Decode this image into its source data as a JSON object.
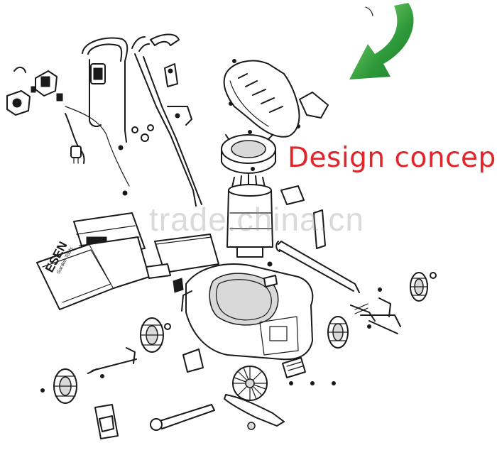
{
  "caption": "Design concept",
  "caption_color": "#e0262b",
  "watermark": "trade.china.cn",
  "brand": "ESEN",
  "brand_sub": "Garden Tools",
  "arrow_color": "#2e9a3a",
  "icon": "green-curved-arrow-icon"
}
